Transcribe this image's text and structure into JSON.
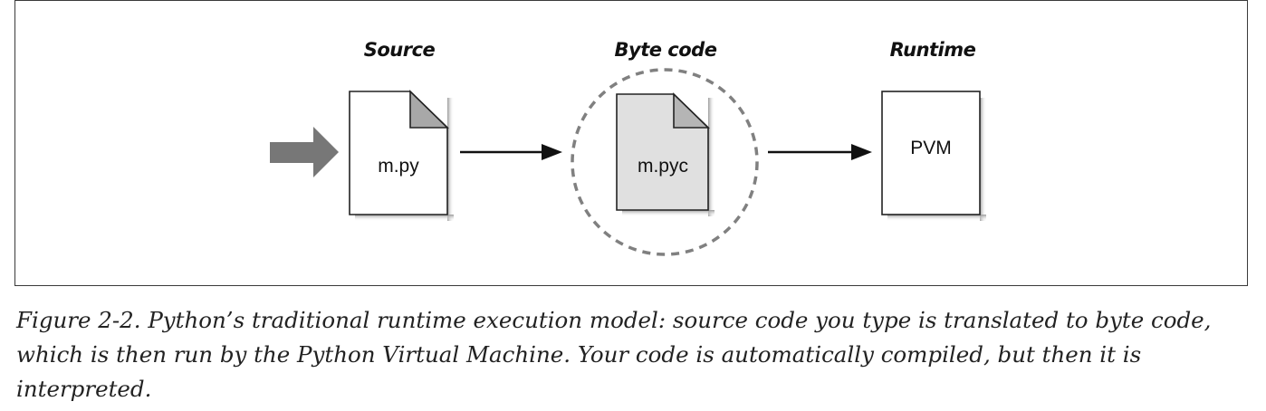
{
  "diagram": {
    "stages": [
      {
        "title": "Source",
        "file": "m.py"
      },
      {
        "title": "Byte code",
        "file": "m.pyc"
      },
      {
        "title": "Runtime",
        "file": "PVM"
      }
    ]
  },
  "caption": {
    "text": "Figure 2-2. Python’s traditional runtime execution model: source code you type is translated to byte code, which is then run by the Python Virtual Machine. Your code is automatically compiled, but then it is interpreted."
  },
  "colors": {
    "input_arrow": "#777777",
    "bytecode_fill": "#e0e0e0",
    "fold_fill": "#a8a8a8",
    "shadow": "#b8b8b8",
    "dashed_circle": "#808080"
  }
}
